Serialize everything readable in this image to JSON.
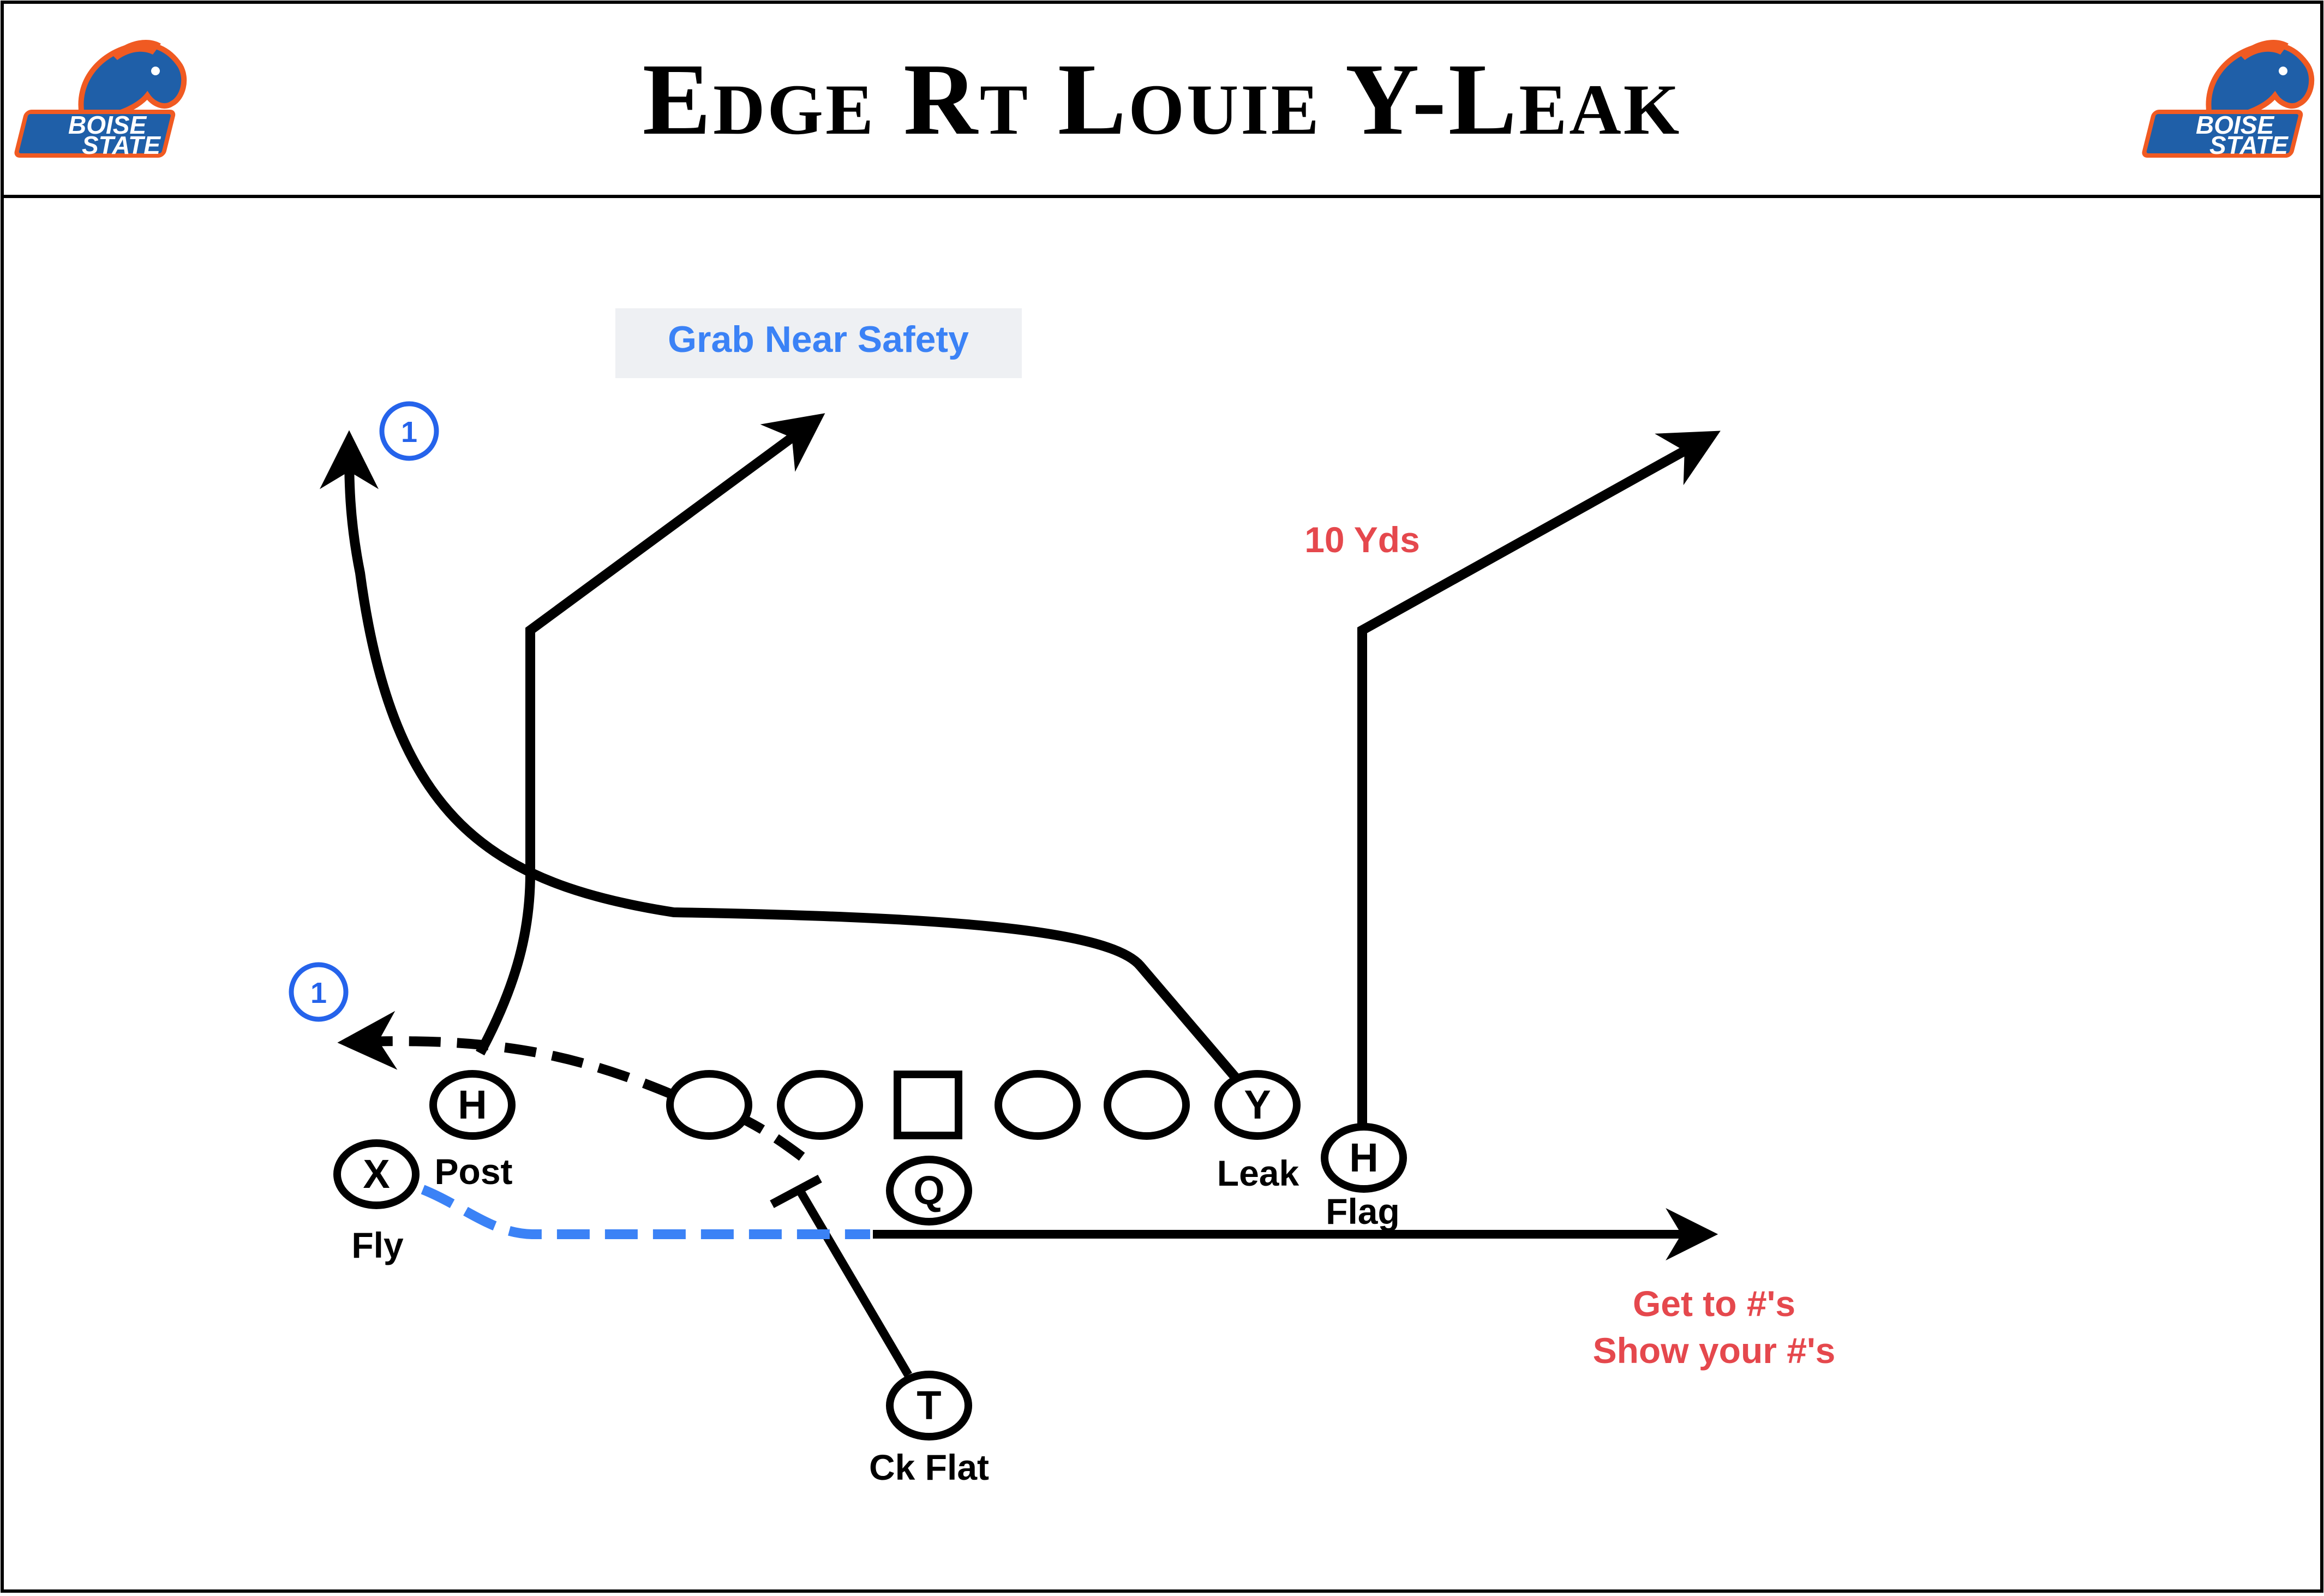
{
  "header": {
    "title": "Edge Rt Louie Y-Leak",
    "logo_left": {
      "line1": "BOISE",
      "line2": "STATE"
    },
    "logo_right": {
      "line1": "BOISE",
      "line2": "STATE"
    }
  },
  "colors": {
    "route": "#000000",
    "motion": "#3b82f6",
    "progression": "#2563eb",
    "note_red": "#e5484d",
    "note_blue": "#3b82f6",
    "note_bg": "#eef0f3",
    "logo_orange": "#f05a22",
    "logo_blue": "#1f5fa8"
  },
  "notes": {
    "grab_near_safety": "Grab Near Safety",
    "ten_yds": "10 Yds",
    "get_to_numbers": "Get to #'s",
    "show_numbers": "Show your #'s"
  },
  "progression_marks": [
    "1",
    "1"
  ],
  "players": [
    {
      "id": "X",
      "label": "X",
      "shape": "circle",
      "route": "Fly"
    },
    {
      "id": "H1",
      "label": "H",
      "shape": "circle",
      "route": "Post"
    },
    {
      "id": "LT",
      "label": "",
      "shape": "circle",
      "route": ""
    },
    {
      "id": "LG",
      "label": "",
      "shape": "circle",
      "route": ""
    },
    {
      "id": "C",
      "label": "",
      "shape": "square",
      "route": ""
    },
    {
      "id": "RG",
      "label": "",
      "shape": "circle",
      "route": ""
    },
    {
      "id": "RT",
      "label": "",
      "shape": "circle",
      "route": ""
    },
    {
      "id": "Y",
      "label": "Y",
      "shape": "circle",
      "route": "Leak"
    },
    {
      "id": "H2",
      "label": "H",
      "shape": "circle",
      "route": "Flag"
    },
    {
      "id": "Q",
      "label": "Q",
      "shape": "circle",
      "route": ""
    },
    {
      "id": "T",
      "label": "T",
      "shape": "circle",
      "route": "Ck Flat"
    }
  ]
}
